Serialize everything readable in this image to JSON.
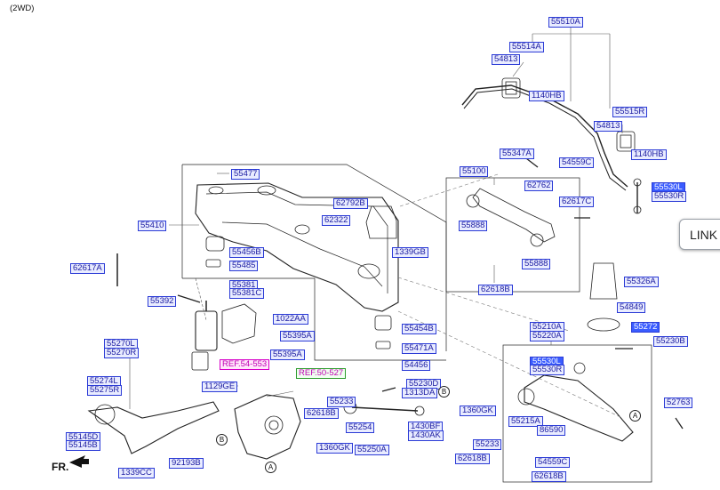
{
  "header": {
    "variant": "(2WD)"
  },
  "direction": {
    "label": "FR."
  },
  "link_button": {
    "label": "LINK"
  },
  "parts": {
    "p55510A": "55510A",
    "p55514A": "55514A",
    "p54813a": "54813",
    "p1140HBa": "1140HB",
    "p55515R": "55515R",
    "p54813b": "54813",
    "p1140HBb": "1140HB",
    "p54559Ca": "54559C",
    "p55530La": "55530L",
    "p55530Ra": "55530R",
    "p62617C": "62617C",
    "p55347A": "55347A",
    "p55100": "55100",
    "p62762": "62762",
    "p55888a": "55888",
    "p55888b": "55888",
    "p62618Ba": "62618B",
    "p55326A": "55326A",
    "p54849": "54849",
    "p55272": "55272",
    "p55230B": "55230B",
    "p55210A": "55210A",
    "p55220A": "55220A",
    "p55530Lb": "55530L",
    "p55530Rb": "55530R",
    "p52763": "52763",
    "p55477": "55477",
    "p55410": "55410",
    "p62792B": "62792B",
    "p62322": "62322",
    "p1339GB": "1339GB",
    "p55456B": "55456B",
    "p55485": "55485",
    "p62617A": "62617A",
    "p55381": "55381",
    "p55381C": "55381C",
    "p55392": "55392",
    "p1022AA": "1022AA",
    "p55395Aa": "55395A",
    "p55395Ab": "55395A",
    "p55454B": "55454B",
    "p55471A": "55471A",
    "p54456": "54456",
    "pREF54553": "REF.54-553",
    "pREF50527": "REF.50-527",
    "p55230D": "55230D",
    "p1313DA": "1313DA",
    "p55270L": "55270L",
    "p55270R": "55270R",
    "p55274L": "55274L",
    "p55275R": "55275R",
    "p1129GE": "1129GE",
    "p55233a": "55233",
    "p62618Bb": "62618B",
    "p55254": "55254",
    "p1360GKa": "1360GK",
    "p55250A": "55250A",
    "p1430BF": "1430BF",
    "p1430AK": "1430AK",
    "p1360GKb": "1360GK",
    "p55233b": "55233",
    "p62618Bc": "62618B",
    "p55215A": "55215A",
    "p86590": "86590",
    "p54559Cb": "54559C",
    "p62618Bd": "62618B",
    "p55145D": "55145D",
    "p55145B": "55145B",
    "p92193B": "92193B",
    "p1339CC": "1339CC"
  },
  "callouts": {
    "A": "A",
    "B": "B"
  }
}
